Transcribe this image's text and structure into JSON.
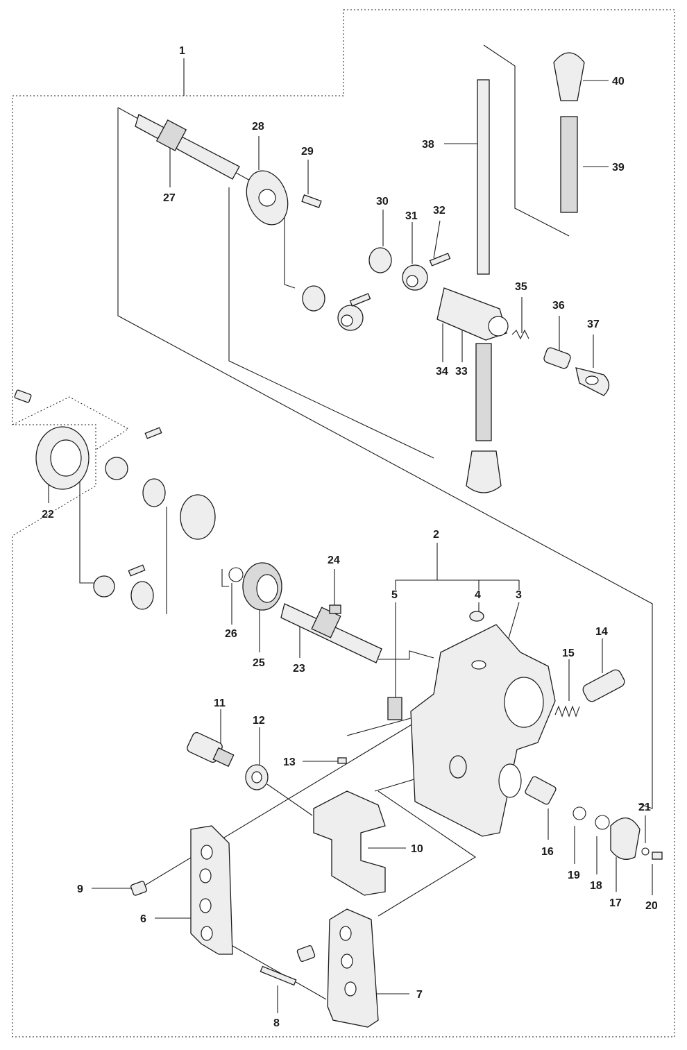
{
  "labels": [
    "1",
    "2",
    "3",
    "4",
    "5",
    "6",
    "7",
    "8",
    "9",
    "10",
    "11",
    "12",
    "13",
    "14",
    "15",
    "16",
    "17",
    "18",
    "19",
    "20",
    "21",
    "22",
    "23",
    "24",
    "25",
    "26",
    "27",
    "28",
    "29",
    "30",
    "31",
    "32",
    "33",
    "34",
    "35",
    "36",
    "37",
    "38",
    "39",
    "40"
  ]
}
